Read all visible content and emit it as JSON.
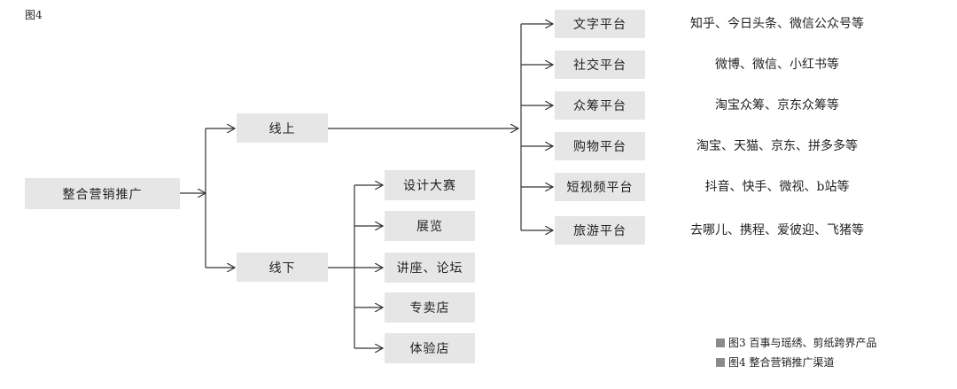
{
  "figure_label": "图4",
  "root": "整合营销推广",
  "online": {
    "label": "线上",
    "platforms": [
      {
        "name": "文字平台",
        "examples": "知乎、今日头条、微信公众号等"
      },
      {
        "name": "社交平台",
        "examples": "微博、微信、小红书等"
      },
      {
        "name": "众筹平台",
        "examples": "淘宝众筹、京东众筹等"
      },
      {
        "name": "购物平台",
        "examples": "淘宝、天猫、京东、拼多多等"
      },
      {
        "name": "短视频平台",
        "examples": "抖音、快手、微视、b站等"
      },
      {
        "name": "旅游平台",
        "examples": "去哪儿、携程、爱彼迎、飞猪等"
      }
    ]
  },
  "offline": {
    "label": "线下",
    "activities": [
      "设计大赛",
      "展览",
      "讲座、论坛",
      "专卖店",
      "体验店"
    ]
  },
  "legend": [
    {
      "text": "图3  百事与瑶绣、剪纸跨界产品"
    },
    {
      "text": "图4  整合营销推广渠道"
    }
  ],
  "colors": {
    "box_fill": "#e6e6e6",
    "line": "#333333",
    "legend_square": "#8a8a8a"
  }
}
